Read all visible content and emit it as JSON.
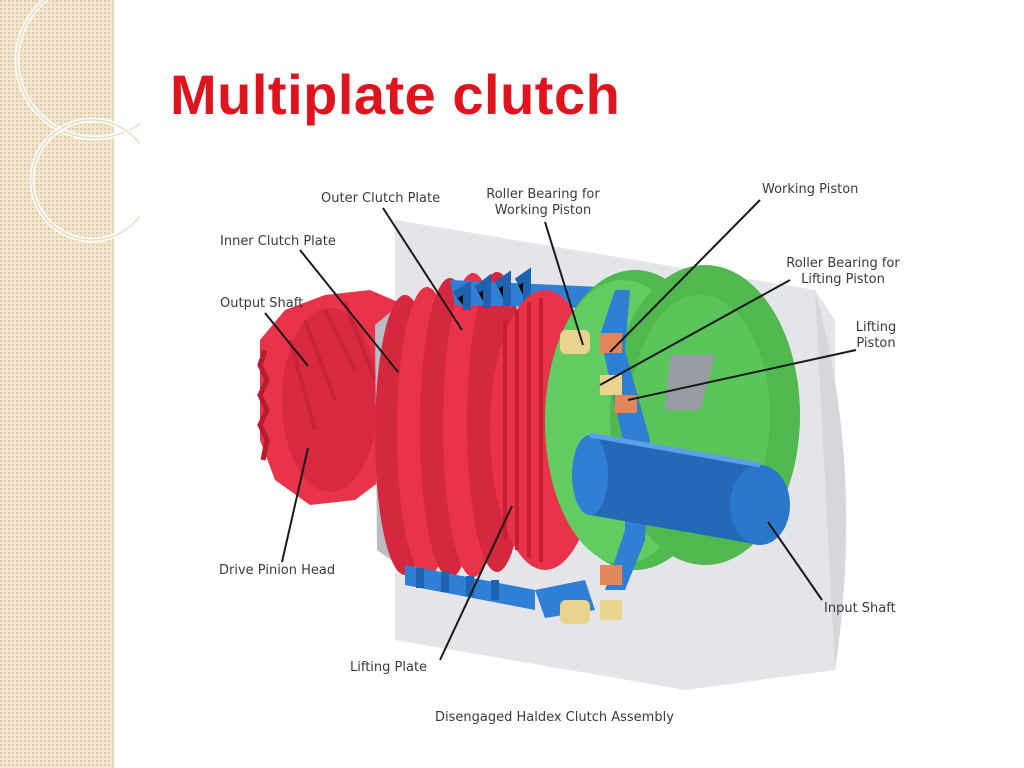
{
  "slide": {
    "title": "Multiplate clutch"
  },
  "diagram": {
    "caption": "Disengaged Haldex Clutch Assembly",
    "labels": {
      "outer_clutch_plate": "Outer Clutch Plate",
      "roller_bearing_working_l1": "Roller Bearing for",
      "roller_bearing_working_l2": "Working Piston",
      "working_piston": "Working Piston",
      "roller_bearing_lifting_l1": "Roller Bearing for",
      "roller_bearing_lifting_l2": "Lifting Piston",
      "lifting_piston_l1": "Lifting",
      "lifting_piston_l2": "Piston",
      "inner_clutch_plate": "Inner Clutch Plate",
      "output_shaft": "Output Shaft",
      "drive_pinion_head": "Drive Pinion Head",
      "input_shaft": "Input Shaft",
      "lifting_plate": "Lifting Plate"
    },
    "colors": {
      "title": "#e0141e",
      "red_parts": "#e8334a",
      "blue_parts": "#2f7fd4",
      "green_parts": "#58c35a",
      "housing": "#e4e4e7"
    }
  }
}
